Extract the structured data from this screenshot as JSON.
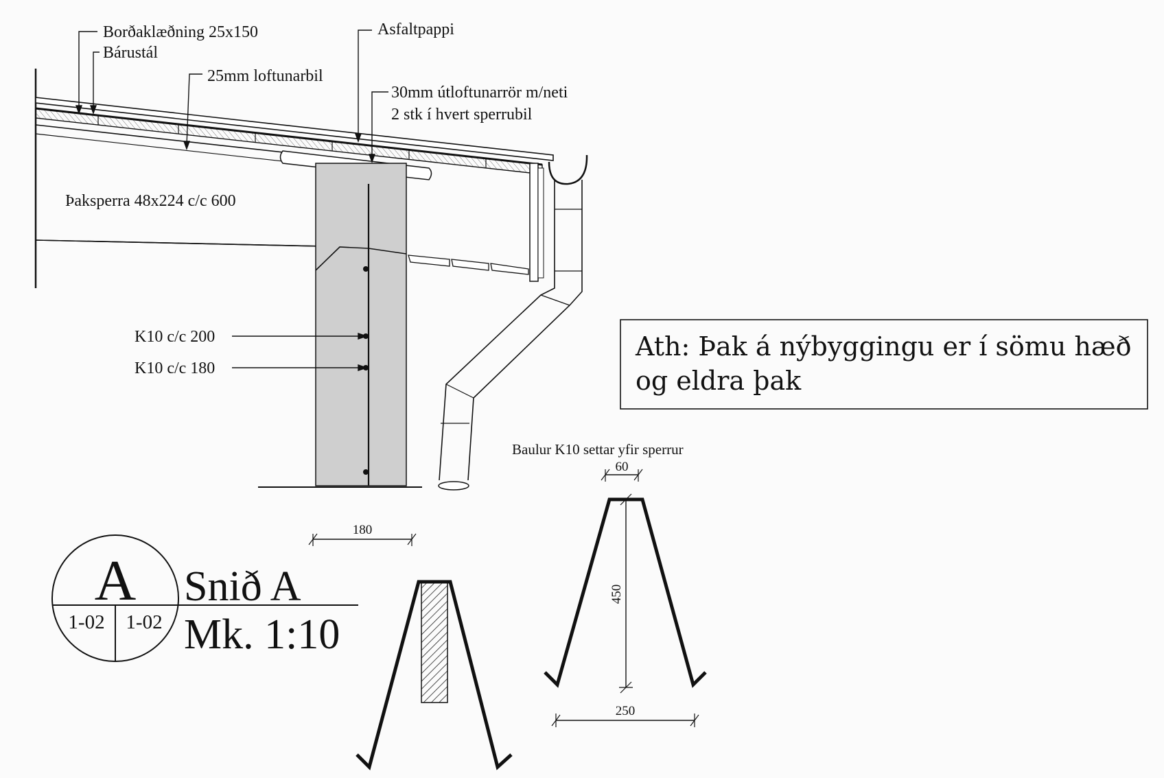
{
  "labels": {
    "bordaklaedning": "Borðaklæðning 25x150",
    "barustal": "Bárustál",
    "asfaltpappi": "Asfaltpappi",
    "loftunarbil": "25mm loftunarbil",
    "utloftun_1": "30mm útloftunarrör m/neti",
    "utloftun_2": "2 stk í hvert sperrubil",
    "paksperra": "Þaksperra 48x224  c/c 600",
    "k10_200": "K10 c/c 200",
    "k10_180": "K10 c/c 180",
    "baulur": "Baulur K10 settar yfir sperrur"
  },
  "dimensions": {
    "d180": "180",
    "d60": "60",
    "d450": "450",
    "d250": "250"
  },
  "note": {
    "line1": "Ath: Þak á nýbyggingu er í sömu hæð",
    "line2": "og eldra þak"
  },
  "section": {
    "letter": "A",
    "ref_left": "1-02",
    "ref_right": "1-02",
    "title": "Snið A",
    "scale": "Mk. 1:10"
  }
}
